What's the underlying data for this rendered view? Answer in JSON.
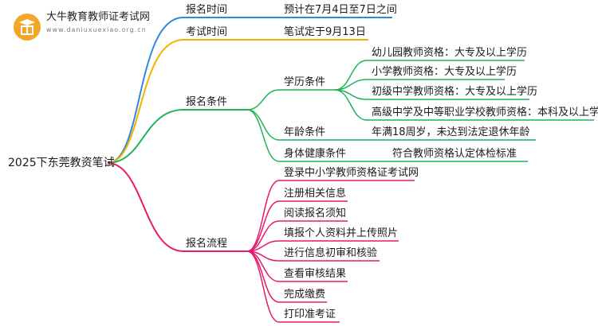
{
  "logo": {
    "title": "大牛教育教师证考试网",
    "url": "www.daniuxuexiao.org.cn",
    "icon": "graduation-book-icon"
  },
  "colors": {
    "blue": "#2e8ad8",
    "orange": "#efb400",
    "green": "#1fb45a",
    "pink": "#e8196c"
  },
  "root": "2025下东莞教资笔试",
  "branches": {
    "time": {
      "label": "报名时间",
      "value": "预计在7月4日至7日之间"
    },
    "exam": {
      "label": "考试时间",
      "value": "笔试定于9月13日"
    },
    "conditions": {
      "label": "报名条件",
      "education": {
        "label": "学历条件",
        "items": [
          "幼儿园教师资格：大专及以上学历",
          "小学教师资格：大专及以上学历",
          "初级中学教师资格：大专及以上学历",
          "高级中学及中等职业学校教师资格：本科及以上学历"
        ]
      },
      "age": {
        "label": "年龄条件",
        "value": "年满18周岁，未达到法定退休年龄"
      },
      "health": {
        "label": "身体健康条件",
        "value": "符合教师资格认定体检标准"
      }
    },
    "process": {
      "label": "报名流程",
      "steps": [
        "登录中小学教师资格证考试网",
        "注册相关信息",
        "阅读报名须知",
        "填报个人资料并上传照片",
        "进行信息初审和核验",
        "查看审核结果",
        "完成缴费",
        "打印准考证"
      ]
    }
  }
}
